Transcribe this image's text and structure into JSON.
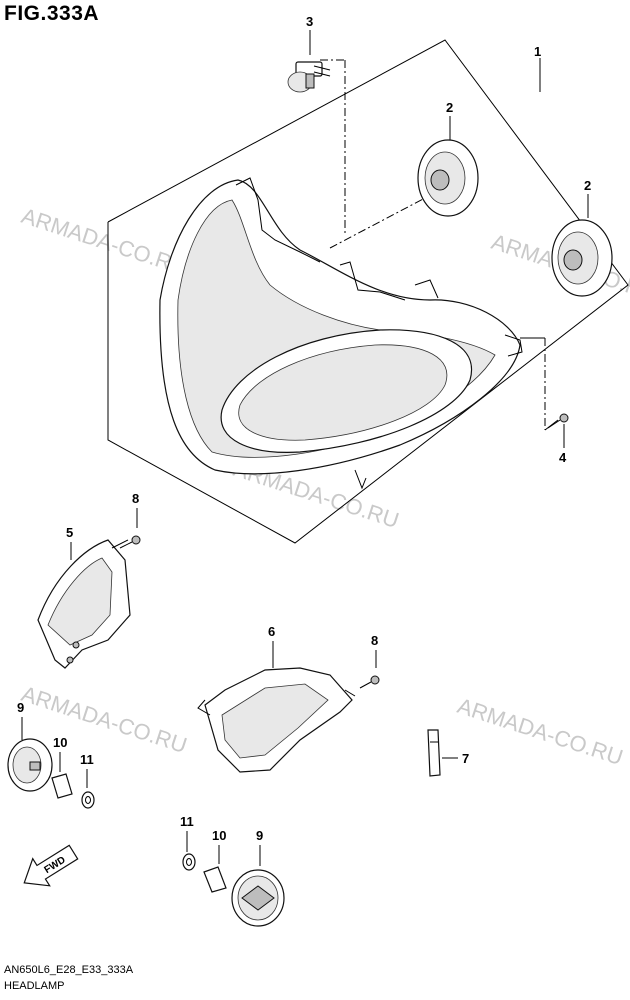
{
  "figure": {
    "title": "FIG.333A"
  },
  "footer": {
    "code": "AN650L6_E28_E33_333A",
    "name": "HEADLAMP"
  },
  "watermark": "ARMADA-CO.RU",
  "callouts": {
    "c1": "1",
    "c2a": "2",
    "c2b": "2",
    "c3": "3",
    "c4": "4",
    "c5": "5",
    "c6": "6",
    "c7": "7",
    "c8a": "8",
    "c8b": "8",
    "c9a": "9",
    "c9b": "9",
    "c10a": "10",
    "c10b": "10",
    "c11a": "11",
    "c11b": "11"
  },
  "fwd": "FWD"
}
